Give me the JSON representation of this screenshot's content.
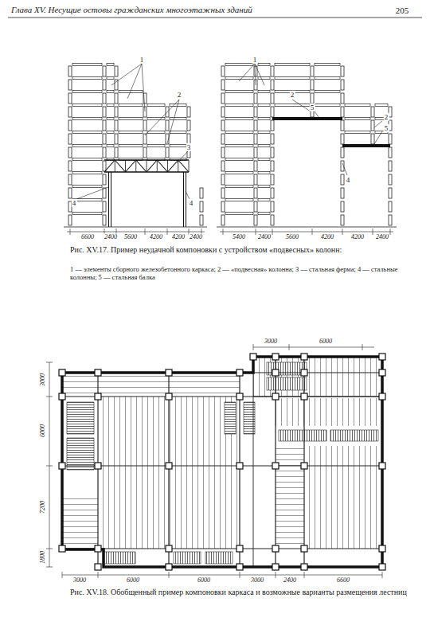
{
  "diagram": {
    "title": "Глава XV. Несущие остовы гражданских многоэтажных зданий",
    "caption": "Рис. XV.18. Обобщенный пример компоновки каркаса и возможные варианты размещения лестниц",
    "labels": [
      "205",
      "1",
      "2",
      "3",
      "4",
      "4",
      "6600",
      "2400",
      "5600",
      "4200",
      "4200",
      "2400",
      "1",
      "2",
      "5",
      "2",
      "5",
      "4",
      "5400",
      "2400",
      "5600",
      "4200",
      "4200",
      "2400",
      "Рис. XV.17. Пример неудачной компоновки с устройством «подвесных» колонн:",
      "1 — элементы сборного железобетонного каркаса; 2 — «подвесная» колонна; 3 — стальная ферма; 4 — стальные колонны; 5 — стальная балка",
      "3000",
      "6000",
      "3000",
      "6000",
      "7200",
      "1800",
      "3000",
      "6000",
      "6000",
      "3000",
      "2400",
      "6600"
    ]
  }
}
